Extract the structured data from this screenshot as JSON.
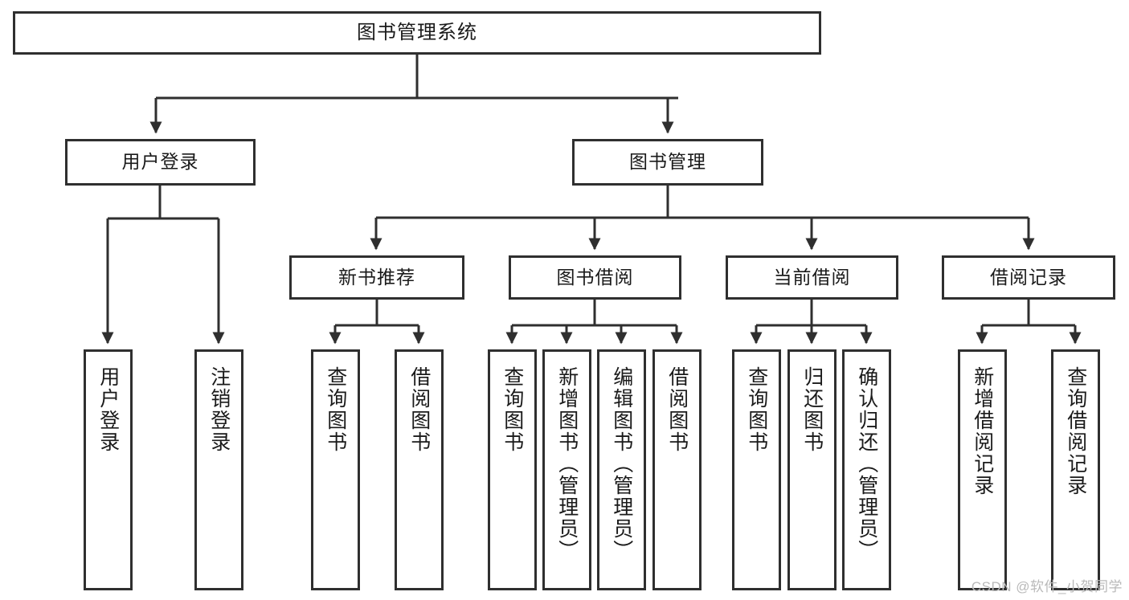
{
  "diagram": {
    "title_node": {
      "label": "图书管理系统"
    },
    "level2": [
      {
        "label": "用户登录"
      },
      {
        "label": "图书管理"
      }
    ],
    "level3": [
      {
        "label": "新书推荐"
      },
      {
        "label": "图书借阅"
      },
      {
        "label": "当前借阅"
      },
      {
        "label": "借阅记录"
      }
    ],
    "leaves": {
      "user_login": [
        {
          "label": "用户登录"
        },
        {
          "label": "注销登录"
        }
      ],
      "new_book_recommend": [
        {
          "label": "查询图书"
        },
        {
          "label": "借阅图书"
        }
      ],
      "book_borrow": [
        {
          "label": "查询图书"
        },
        {
          "label": "新增图书（管理员）"
        },
        {
          "label": "编辑图书（管理员）"
        },
        {
          "label": "借阅图书"
        }
      ],
      "current_borrow": [
        {
          "label": "查询图书"
        },
        {
          "label": "归还图书"
        },
        {
          "label": "确认归还（管理员）"
        }
      ],
      "borrow_record": [
        {
          "label": "新增借阅记录"
        },
        {
          "label": "查询借阅记录"
        }
      ]
    }
  },
  "watermark": {
    "text": "CSDN @软件_小贺同学"
  },
  "colors": {
    "border": "#2f2f2f",
    "edge": "#2f2f2f",
    "background": "#ffffff",
    "text": "#1a1a1a",
    "watermark": "#b9b9b9"
  }
}
